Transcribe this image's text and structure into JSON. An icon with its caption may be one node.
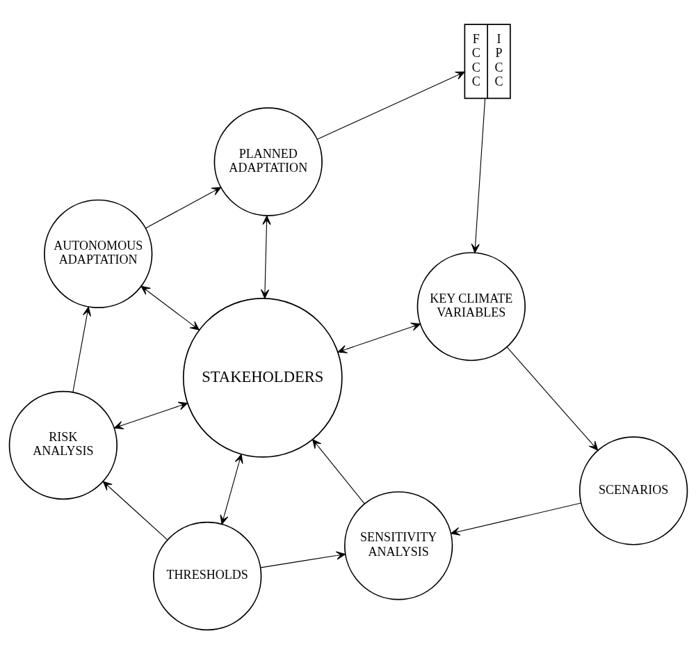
{
  "diagram": {
    "nodes": [
      {
        "text": [
          "PLANNED ADAPTATION"
        ]
      },
      {
        "text": [
          "F C C C",
          "I P C C"
        ]
      },
      {
        "text": [
          "KEY CLIMATE VARIABLES"
        ]
      },
      {
        "text": [
          "AUTONOMOUS ADAPTATION"
        ]
      },
      {
        "text": [
          "STAKEHOLDERS"
        ]
      },
      {
        "text": [
          "SCENARIOS"
        ]
      },
      {
        "text": [
          "RISK ANALYSIS"
        ]
      },
      {
        "text": [
          "SENSITIVITY ANALYSIS"
        ]
      },
      {
        "text": [
          "THRESHOLDS"
        ]
      }
    ],
    "edges": [
      {
        "from": 0,
        "to": 1,
        "arrow": "to"
      },
      {
        "from": 1,
        "to": 2,
        "arrow": "to"
      },
      {
        "from": 2,
        "to": 5,
        "arrow": "to"
      },
      {
        "from": 5,
        "to": 7,
        "arrow": "to"
      },
      {
        "from": 7,
        "to": 4,
        "arrow": "to"
      },
      {
        "from": 8,
        "to": 7,
        "arrow": "to"
      },
      {
        "from": 8,
        "to": 6,
        "arrow": "to"
      },
      {
        "from": 6,
        "to": 3,
        "arrow": "to"
      },
      {
        "from": 3,
        "to": 0,
        "arrow": "to"
      },
      {
        "from": 4,
        "to": 0,
        "arrow": "both"
      },
      {
        "from": 4,
        "to": 2,
        "arrow": "both"
      },
      {
        "from": 3,
        "to": 4,
        "arrow": "both"
      },
      {
        "from": 4,
        "to": 6,
        "arrow": "both"
      },
      {
        "from": 4,
        "to": 8,
        "arrow": "both"
      }
    ]
  }
}
